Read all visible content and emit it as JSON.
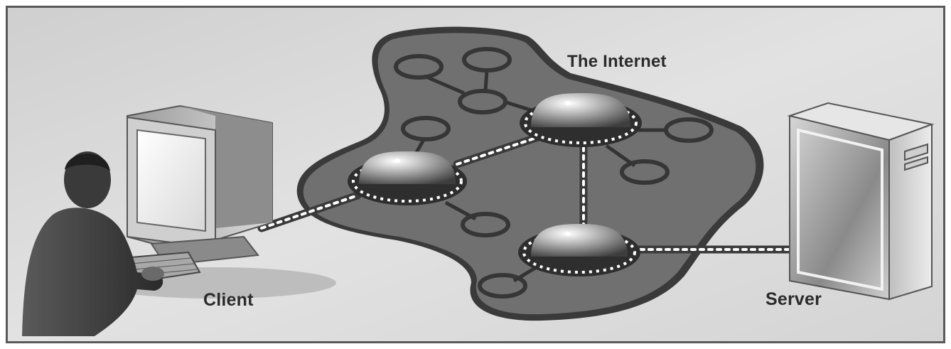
{
  "diagram": {
    "labels": {
      "internet": "The Internet",
      "client": "Client",
      "server": "Server"
    },
    "colors": {
      "background": "#d9d9d9",
      "cloud": "#6f6f6f",
      "cloud_shadow": "#3a3a3a",
      "link": "#3c3c3c",
      "dot": "#ffffff",
      "ring": "#3a3a3a"
    }
  }
}
